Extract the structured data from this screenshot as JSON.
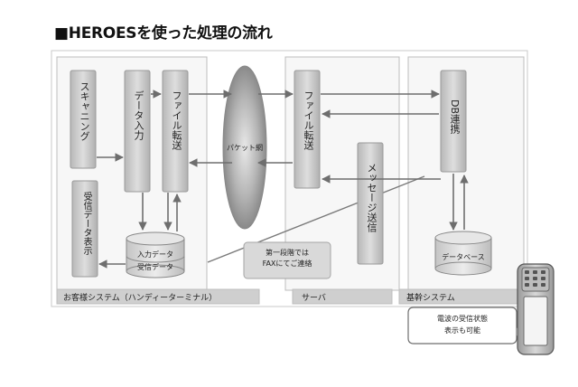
{
  "title": "■HEROESを使った処理の流れ",
  "regions": {
    "customer": "お客様システム（ハンディーターミナル）",
    "server": "サーバ",
    "core": "基幹システム"
  },
  "nodes": {
    "scanning": "スキャニング",
    "data_input": "データ入力",
    "file_transfer_client": "ファイル転送",
    "received_data_display": "受信データ表示",
    "input_data_db": "入力データ",
    "received_data_db": "受信データ",
    "packet_network": "パケット網",
    "file_transfer_server": "ファイル転送",
    "message_send": "メッセージ送信",
    "fax_note": "第一段階では\nFAXにてご連絡",
    "db_link": "DB連携",
    "database": "データベース",
    "reception_status_callout": "電波の受信状態\n表示も可能"
  }
}
